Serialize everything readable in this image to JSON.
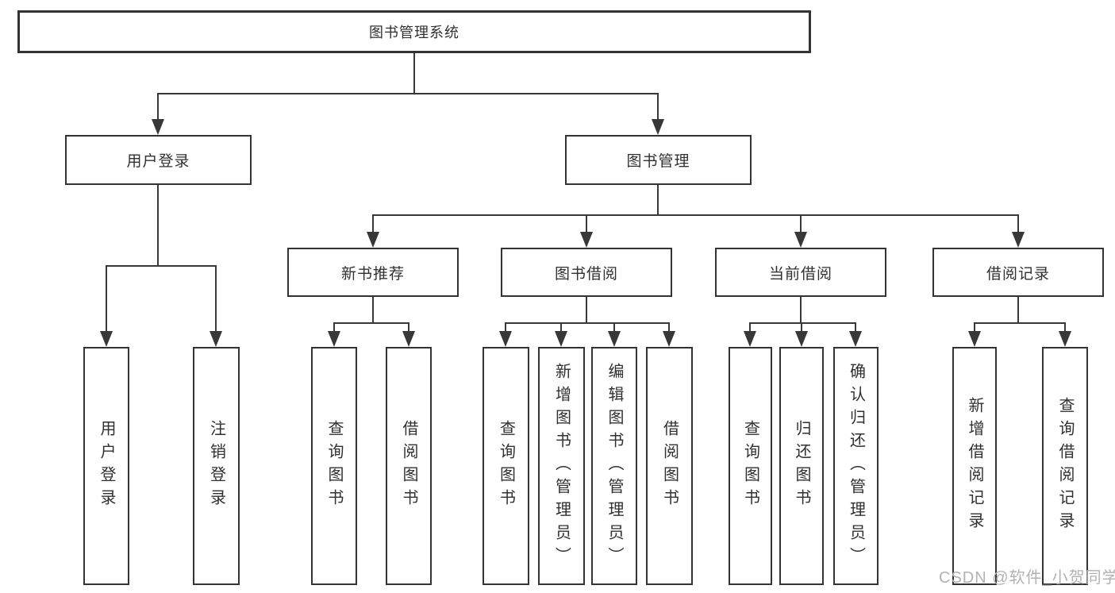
{
  "diagram": {
    "title_note": "functional structure chart",
    "root": {
      "label": "图书管理系统"
    },
    "branches": [
      {
        "label": "用户登录",
        "children": [
          {
            "label": "用户登录"
          },
          {
            "label": "注销登录"
          }
        ]
      },
      {
        "label": "图书管理",
        "children": [
          {
            "label": "新书推荐",
            "children": [
              {
                "label": "查询图书"
              },
              {
                "label": "借阅图书"
              }
            ]
          },
          {
            "label": "图书借阅",
            "children": [
              {
                "label": "查询图书"
              },
              {
                "label": "新增图书（管理员）"
              },
              {
                "label": "编辑图书（管理员）"
              },
              {
                "label": "借阅图书"
              }
            ]
          },
          {
            "label": "当前借阅",
            "children": [
              {
                "label": "查询图书"
              },
              {
                "label": "归还图书"
              },
              {
                "label": "确认归还（管理员）"
              }
            ]
          },
          {
            "label": "借阅记录",
            "children": [
              {
                "label": "新增借阅记录"
              },
              {
                "label": "查询借阅记录"
              }
            ]
          }
        ]
      }
    ]
  },
  "watermark": {
    "text": "CSDN @软件_小贺同学"
  },
  "colors": {
    "line": "#383838",
    "border": "#333333",
    "text": "#303030",
    "watermark": "#b2b2b2",
    "background": "#ffffff"
  }
}
